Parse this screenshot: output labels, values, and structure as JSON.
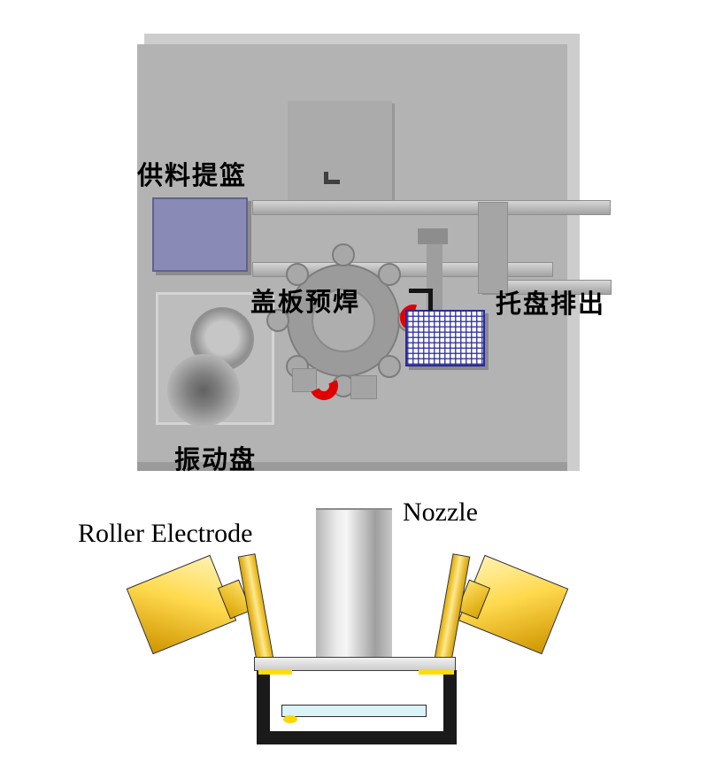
{
  "machine_layout": {
    "labels": {
      "feed_basket": "供料提篮",
      "cover_preweld": "盖板预焊",
      "tray_discharge": "托盘排出",
      "vibration_bowl": "振动盘"
    }
  },
  "welding_schematic": {
    "labels": {
      "roller_electrode": "Roller Electrode",
      "nozzle": "Nozzle"
    }
  },
  "colors": {
    "machine_panel": "#b3b3b3",
    "feed_basket_block": "#8a8ab6",
    "mesh_grid_blue": "#2a2a9a",
    "highlight_red": "#e00000",
    "electrode_gold": "#ffd700",
    "fixture_black": "#1a1a1a",
    "workpiece_blue": "#d9f3f8"
  }
}
